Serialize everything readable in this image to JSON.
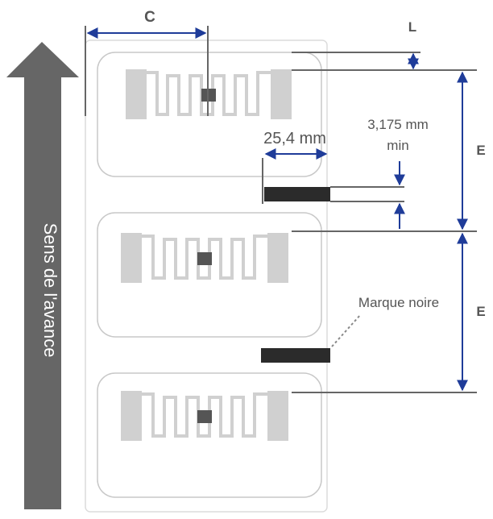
{
  "labels": {
    "c": "C",
    "l": "L",
    "e_top": "E",
    "e_bottom": "E",
    "gap_width": "25,4 mm",
    "min_height_value": "3,175 mm",
    "min_height_qualifier": "min",
    "black_mark": "Marque noire",
    "feed_direction": "Sens de l'avance"
  },
  "colors": {
    "dimension_line": "#1f3c99",
    "arrow_body": "#666666",
    "black_mark": "#2b2b2b",
    "rfid_antenna": "#d0d0d0",
    "rfid_chip": "#555555",
    "label_outline": "#c8c8c8",
    "text": "#555555"
  },
  "diagram": {
    "label_count": 3,
    "black_mark_count": 2
  }
}
